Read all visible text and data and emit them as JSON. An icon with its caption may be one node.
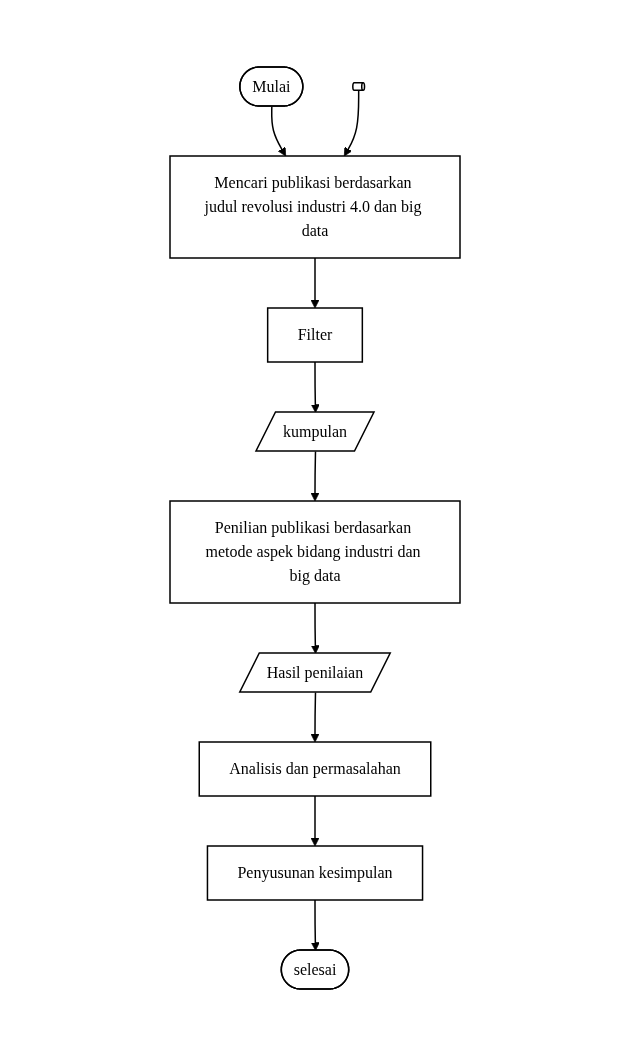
{
  "diagram": {
    "nodes": [
      {
        "text": [
          "Mulai"
        ]
      },
      {
        "text": [],
        "shape": "cylinder"
      },
      {
        "text": [
          "Mencari publikasi berdasarkan judul revolusi industri 4.0 dan big data"
        ]
      },
      {
        "text": [
          "Filter"
        ]
      },
      {
        "text": [
          "kumpulan"
        ]
      },
      {
        "text": [
          "Penilian publikasi berdasarkan metode aspek bidang industri dan big data"
        ]
      },
      {
        "text": [
          "Hasil penilaian"
        ]
      },
      {
        "text": [
          "Analisis dan permasalahan"
        ]
      },
      {
        "text": [
          "Penyusunan kesimpulan"
        ]
      },
      {
        "text": [
          "selesai"
        ]
      }
    ],
    "edges": [
      {
        "from": 0,
        "to": 2,
        "arrow": "to"
      },
      {
        "from": 1,
        "to": 2,
        "arrow": "to"
      },
      {
        "from": 2,
        "to": 3,
        "arrow": "to"
      },
      {
        "from": 3,
        "to": 4,
        "arrow": "to"
      },
      {
        "from": 4,
        "to": 5,
        "arrow": "to"
      },
      {
        "from": 5,
        "to": 6,
        "arrow": "to"
      },
      {
        "from": 6,
        "to": 7,
        "arrow": "to"
      },
      {
        "from": 7,
        "to": 8,
        "arrow": "to"
      },
      {
        "from": 8,
        "to": 9,
        "arrow": "to"
      }
    ]
  }
}
